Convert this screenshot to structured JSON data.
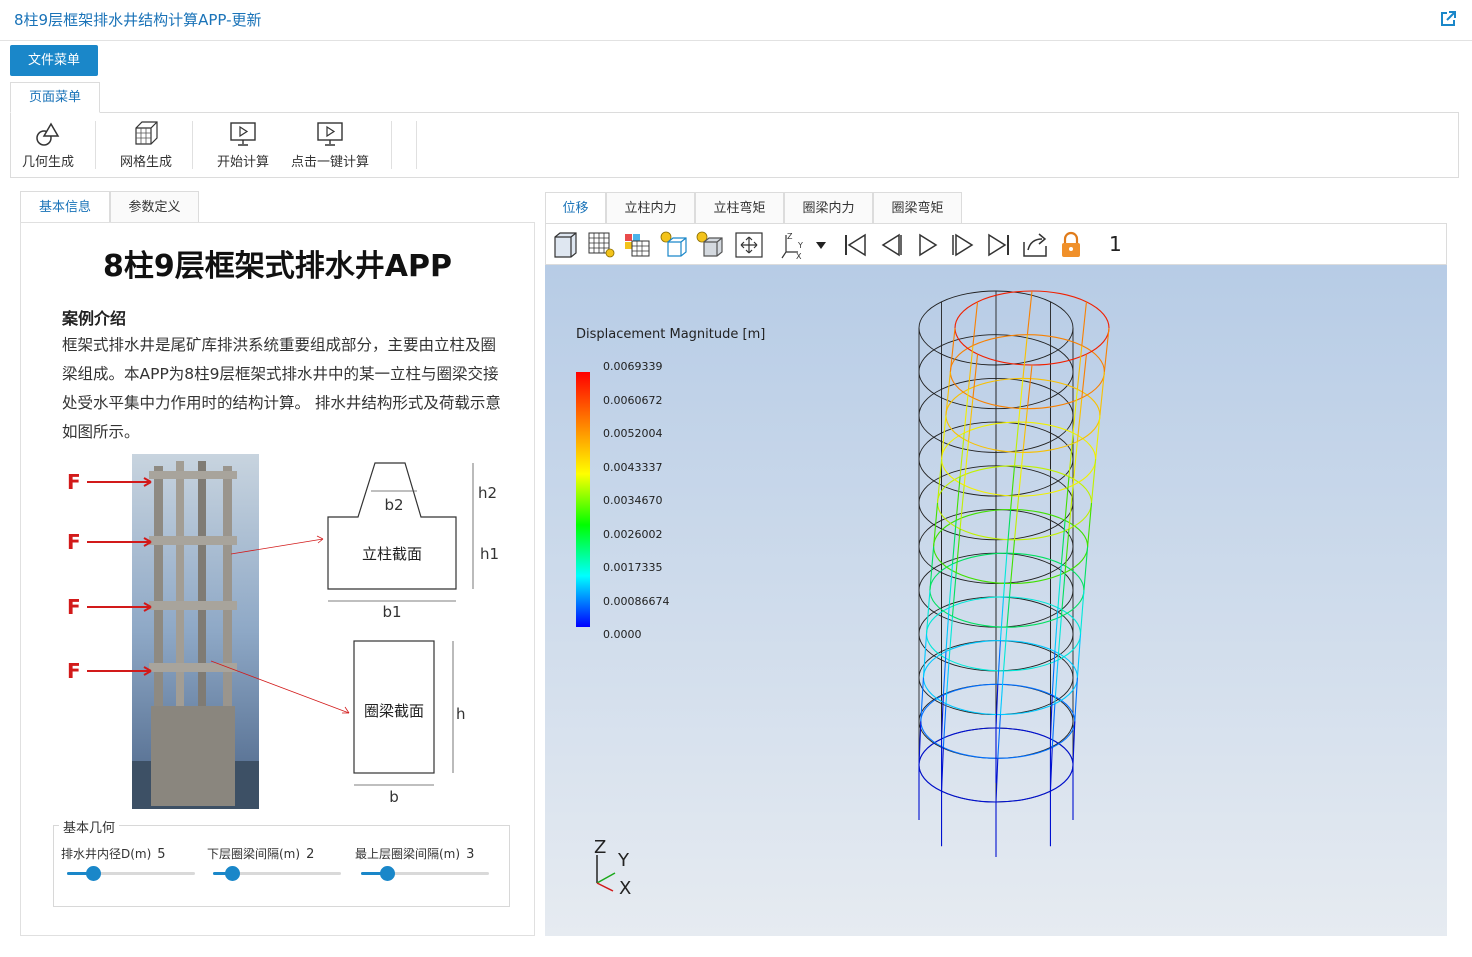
{
  "window": {
    "title": "8柱9层框架排水井结构计算APP-更新"
  },
  "menu": {
    "file_menu": "文件菜单",
    "page_menu": "页面菜单"
  },
  "ribbon": {
    "geometry": "几何生成",
    "mesh": "网格生成",
    "start": "开始计算",
    "one_click": "点击一键计算"
  },
  "left_tabs": [
    "基本信息",
    "参数定义"
  ],
  "info": {
    "app_title": "8柱9层框架式排水井APP",
    "case_heading": "案例介绍",
    "case_text": "框架式排水井是尾矿库排洪系统重要组成部分，主要由立柱及圈梁组成。本APP为8柱9层框架式排水井中的某一立柱与圈梁交接处受水平集中力作用时的结构计算。 排水井结构形式及荷载示意如图所示。"
  },
  "diagram": {
    "force": "F",
    "column_section": "立柱截面",
    "beam_section": "圈梁截面",
    "b1": "b1",
    "b2": "b2",
    "h1": "h1",
    "h2": "h2",
    "b": "b",
    "h": "h"
  },
  "geometry": {
    "legend": "基本几何",
    "sliders": [
      {
        "label": "排水井内径D(m)",
        "value": "5",
        "fraction": 0.2
      },
      {
        "label": "下层圈梁间隔(m)",
        "value": "2",
        "fraction": 0.15
      },
      {
        "label": "最上层圈梁间隔(m)",
        "value": "3",
        "fraction": 0.2
      }
    ]
  },
  "right_tabs": [
    "位移",
    "立柱内力",
    "立柱弯矩",
    "圈梁内力",
    "圈梁弯矩"
  ],
  "viewer": {
    "frame": "1",
    "axis_z": "Z",
    "axis_y": "Y",
    "axis_x": "X",
    "colorbar": {
      "title": "Displacement Magnitude [m]",
      "labels": [
        "0.0069339",
        "0.0060672",
        "0.0052004",
        "0.0043337",
        "0.0034670",
        "0.0026002",
        "0.0017335",
        "0.00086674",
        "0.0000"
      ]
    }
  },
  "colors": {
    "accent": "#1a87c9",
    "link": "#1a73b8"
  }
}
